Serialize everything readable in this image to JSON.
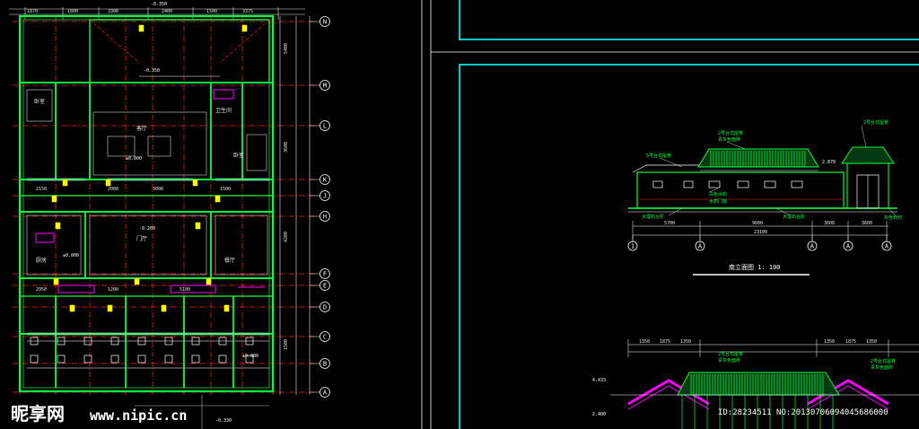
{
  "colors": {
    "background": "#000000",
    "wall": "#00ff40",
    "axis": "#ff2020",
    "dimension": "#e8e8e8",
    "frame": "#00ffff",
    "door": "#ffff00",
    "accent": "#ff00ff"
  },
  "plan": {
    "top_elevation": "-0.350",
    "bottom_elevation": "-0.330",
    "axis_labels": [
      "N",
      "M",
      "L",
      "K",
      "J",
      "H",
      "F",
      "E",
      "D",
      "C",
      "B",
      "A"
    ],
    "rooms": [
      "卧室",
      "客厅",
      "卧室",
      "卫生间",
      "厨房",
      "餐厅",
      "门厅"
    ],
    "elevation_marks": [
      "-0.350",
      "±0.000",
      "-0.260",
      "±0.000",
      "±0.000"
    ],
    "dimensions": [
      "1870",
      "1800",
      "3300",
      "2400",
      "1500",
      "3375",
      "2150",
      "2000",
      "3000",
      "1500",
      "2950",
      "1200",
      "5100",
      "5400",
      "3600",
      "4200",
      "1500"
    ]
  },
  "elevation": {
    "title": "南立面图  1: 100",
    "total_width": "23100",
    "axis_labels": [
      "1",
      "A",
      "A",
      "A",
      "A"
    ],
    "dims": [
      "5700",
      "9600",
      "3600",
      "3600"
    ],
    "level_marks": [
      "2.870",
      "4.433",
      "2.400"
    ],
    "notes": [
      "2号台式屋脊",
      "5号台式屋脊",
      "青灰色面砖",
      "白色涂料",
      "大理石台阶",
      "木质门窗",
      "灰色石材"
    ],
    "lower_dims": [
      "1350",
      "1875",
      "1350",
      "1350",
      "1875",
      "1350"
    ]
  },
  "watermark": {
    "brand": "昵享网",
    "url": "www.nipic.cn",
    "id": "ID:28234511 NO:20130706094045686000"
  }
}
